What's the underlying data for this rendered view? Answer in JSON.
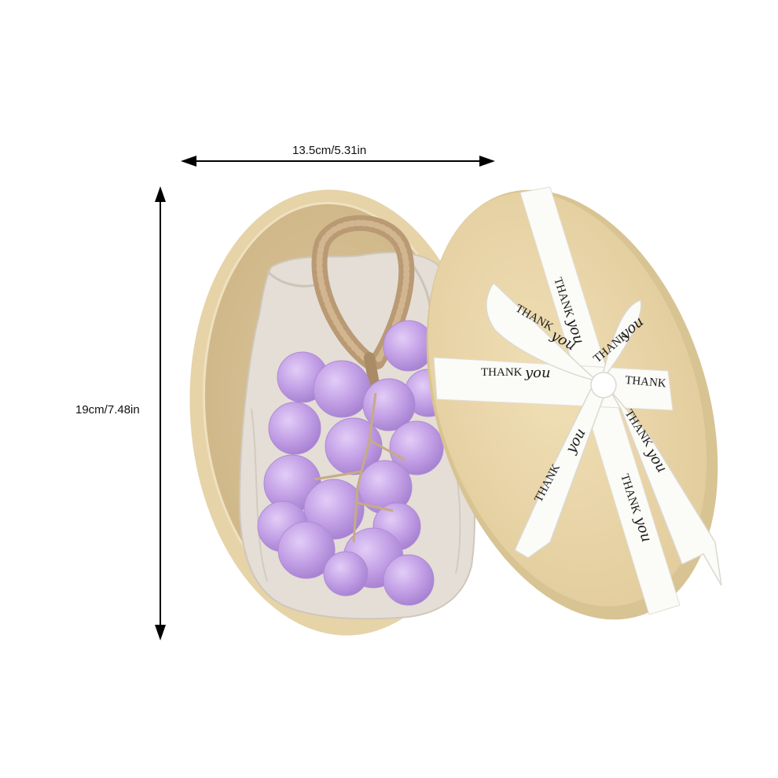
{
  "dimensions": {
    "width_label": "13.5cm/5.31in",
    "height_label": "19cm/7.48in"
  },
  "ribbon": {
    "text_upper": "THANK",
    "text_script": "you"
  },
  "colors": {
    "background": "#ffffff",
    "box_kraft": "#e6d3a8",
    "box_inner": "#d9c49a",
    "linen_bag": "#e4ded6",
    "grape_purple": "#c3a0e6",
    "twine": "#b99a74",
    "ribbon_white": "#fbfbf8",
    "arrow": "#000000"
  }
}
